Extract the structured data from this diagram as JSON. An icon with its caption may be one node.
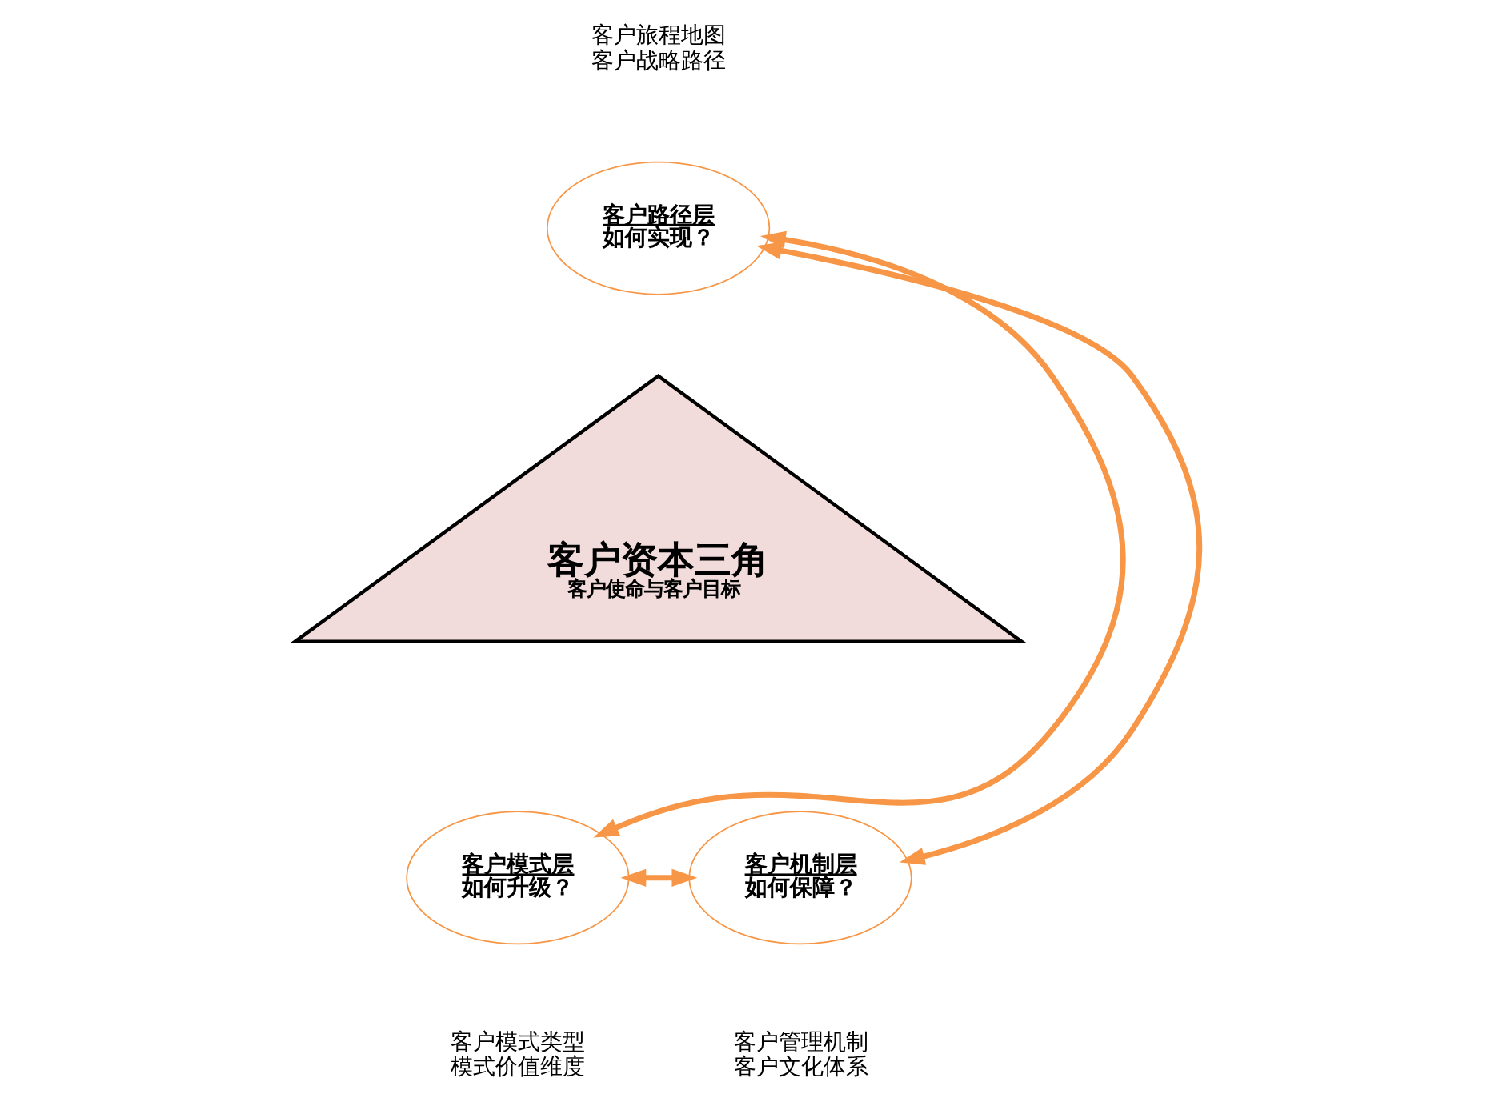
{
  "diagram": {
    "nodes": [
      {
        "text": [
          "客户资本三角",
          "客户使命与客户目标"
        ]
      },
      {
        "text": [
          "客户路径层",
          "如何实现？"
        ],
        "beside": [
          "客户旅程地图",
          "客户战略路径"
        ]
      },
      {
        "text": [
          "客户模式层",
          "如何升级？"
        ],
        "beside": [
          "客户模式类型",
          "模式价值维度"
        ]
      },
      {
        "text": [
          "客户机制层",
          "如何保障？"
        ],
        "beside": [
          "客户管理机制",
          "客户文化体系"
        ]
      }
    ],
    "edges": [
      {
        "from": 1,
        "to": 2,
        "arrow": "both"
      },
      {
        "from": 1,
        "to": 3,
        "arrow": "both"
      },
      {
        "from": 2,
        "to": 3,
        "arrow": "both"
      }
    ]
  }
}
